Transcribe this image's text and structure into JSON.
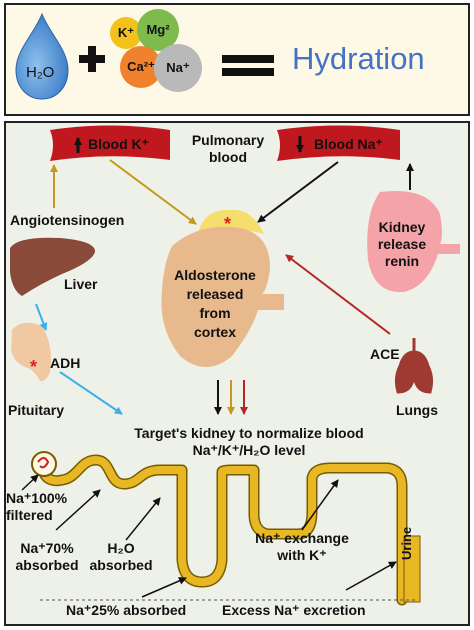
{
  "equation": {
    "water": "H₂O",
    "plus": "+",
    "ions": [
      "K⁺",
      "Mg²",
      "Ca²⁺",
      "Na⁺"
    ],
    "equals": "=",
    "result": "Hydration"
  },
  "diagram": {
    "blood_k": "Blood K⁺",
    "blood_na": "Blood Na⁺",
    "pulmonary_blood": [
      "Pulmonary",
      "blood"
    ],
    "angiotensinogen": "Angiotensinogen",
    "liver": "Liver",
    "adh": "ADH",
    "pituitary": "Pituitary",
    "aldosterone": [
      "Aldosterone",
      "released",
      "from",
      "cortex"
    ],
    "kidney_renin": [
      "Kidney",
      "release",
      "renin"
    ],
    "ace": "ACE",
    "lungs": "Lungs",
    "target": [
      "Target's kidney to normalize blood",
      "Na⁺/K⁺/H₂O level"
    ],
    "nephron": {
      "filtered": [
        "Na⁺100%",
        "filtered"
      ],
      "absorbed70": [
        "Na⁺70%",
        "absorbed"
      ],
      "h2o": [
        "H₂O",
        "absorbed"
      ],
      "absorbed25": "Na⁺25% absorbed",
      "exchange": [
        "Na⁺ exchange",
        "with K⁺"
      ],
      "excretion": "Excess Na⁺ excretion",
      "urine": "Urine"
    }
  },
  "colors": {
    "water_drop": "#4a8fd6",
    "k_ion": "#f2c21b",
    "mg_ion": "#7fba4f",
    "ca_ion": "#f0822e",
    "na_ion": "#b9b9b9",
    "hydration_text": "#4472c4",
    "blood": "#c0181f",
    "kidney": "#f4a3a8",
    "adrenal_kidney": "#e8b98c",
    "adrenal_gland": "#f5dd6e",
    "liver": "#8a4a3a",
    "lungs": "#9e3a32",
    "pituitary": "#f0c9a3",
    "nephron": "#e7b824",
    "arrow_gold": "#c49a1c",
    "arrow_red": "#b3262a",
    "arrow_blue": "#38b1e8"
  }
}
